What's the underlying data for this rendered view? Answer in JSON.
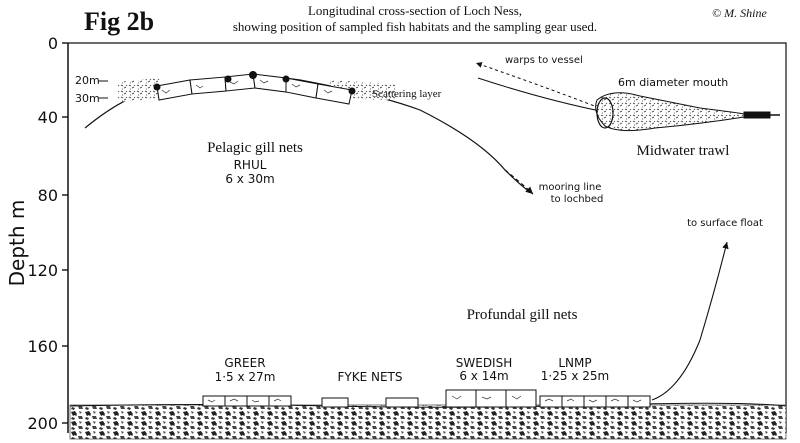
{
  "figure": {
    "label": "Fig 2b",
    "title_line1": "Longitudinal cross-section of Loch Ness,",
    "title_line2": "showing position of sampled fish habitats and the sampling gear used.",
    "copyright": "© M. Shine"
  },
  "axis": {
    "label": "Depth m",
    "ticks": [
      "0",
      "40",
      "80",
      "120",
      "160",
      "200"
    ]
  },
  "labels": {
    "depth_20": "20m",
    "depth_30": "30m",
    "scattering_layer": "Scattering layer",
    "pelagic_title": "Pelagic gill nets",
    "rhul": "RHUL",
    "rhul_size": "6 x 30m",
    "warps": "warps to vessel",
    "mouth": "6m  diameter mouth",
    "midwater": "Midwater trawl",
    "mooring1": "mooring line",
    "mooring2": "to lochbed",
    "surface_float": "to surface float",
    "profundal": "Profundal gill nets",
    "greer": "GREER",
    "greer_size": "1·5 x 27m",
    "fyke": "FYKE NETS",
    "swedish": "SWEDISH",
    "swedish_size": "6 x 14m",
    "lnmp": "LNMP",
    "lnmp_size": "1·25 x 25m"
  }
}
